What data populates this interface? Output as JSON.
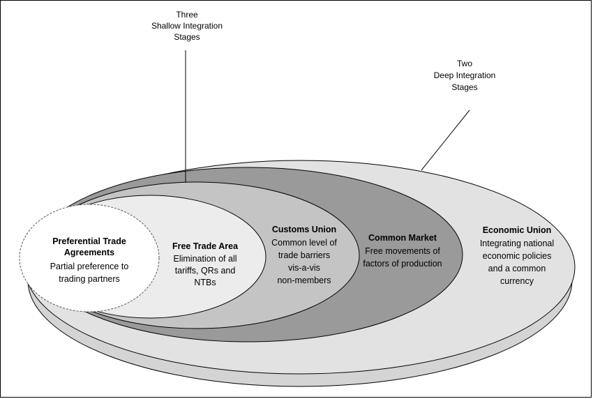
{
  "callouts": {
    "shallow": [
      "Three",
      "Shallow Integration",
      "Stages"
    ],
    "deep": [
      "Two",
      "Deep Integration",
      "Stages"
    ]
  },
  "stages": [
    {
      "title": "Economic Union",
      "desc": [
        "Integrating national",
        "economic policies",
        "and a common",
        "currency"
      ],
      "fill": "#e2e2e2"
    },
    {
      "title": "Common Market",
      "desc": [
        "Free movements of",
        "factors of production"
      ],
      "fill": "#9a9a9a"
    },
    {
      "title": "Customs Union",
      "desc": [
        "Common level of",
        "trade barriers",
        "vis-a-vis",
        "non-members"
      ],
      "fill": "#c4c4c4"
    },
    {
      "title": "Free Trade Area",
      "desc": [
        "Elimination of all",
        "tariffs, QRs and",
        "NTBs"
      ],
      "fill": "#ececec"
    },
    {
      "title": "Preferential Trade Agreements",
      "title_lines": [
        "Preferential Trade",
        "Agreements"
      ],
      "desc": [
        "Partial preference to",
        "trading partners"
      ],
      "fill": "#ffffff"
    }
  ]
}
